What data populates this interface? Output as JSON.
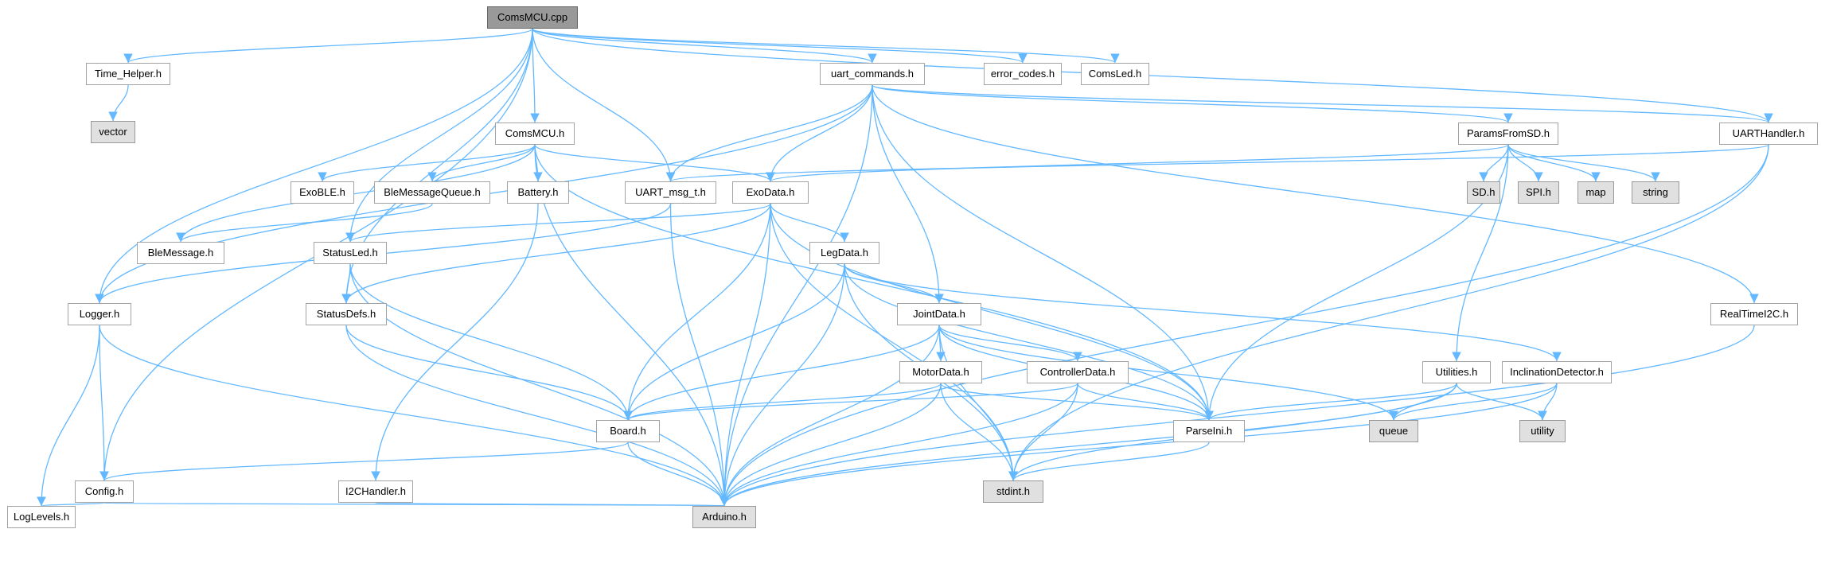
{
  "diagram": {
    "root": "ComsMCU.cpp",
    "nodes": [
      {
        "id": "coms_cpp",
        "label": "ComsMCU.cpp",
        "kind": "root"
      },
      {
        "id": "time_helper",
        "label": "Time_Helper.h",
        "kind": "local"
      },
      {
        "id": "uart_commands",
        "label": "uart_commands.h",
        "kind": "local"
      },
      {
        "id": "error_codes",
        "label": "error_codes.h",
        "kind": "local"
      },
      {
        "id": "coms_led",
        "label": "ComsLed.h",
        "kind": "local"
      },
      {
        "id": "vector",
        "label": "vector",
        "kind": "system"
      },
      {
        "id": "coms_h",
        "label": "ComsMCU.h",
        "kind": "local"
      },
      {
        "id": "params_sd",
        "label": "ParamsFromSD.h",
        "kind": "local"
      },
      {
        "id": "uart_handler",
        "label": "UARTHandler.h",
        "kind": "local"
      },
      {
        "id": "exoble",
        "label": "ExoBLE.h",
        "kind": "local"
      },
      {
        "id": "blemsgqueue",
        "label": "BleMessageQueue.h",
        "kind": "local"
      },
      {
        "id": "battery",
        "label": "Battery.h",
        "kind": "local"
      },
      {
        "id": "uart_msg",
        "label": "UART_msg_t.h",
        "kind": "local"
      },
      {
        "id": "exodata",
        "label": "ExoData.h",
        "kind": "local"
      },
      {
        "id": "sd",
        "label": "SD.h",
        "kind": "system"
      },
      {
        "id": "spi",
        "label": "SPI.h",
        "kind": "system"
      },
      {
        "id": "map",
        "label": "map",
        "kind": "system"
      },
      {
        "id": "string",
        "label": "string",
        "kind": "system"
      },
      {
        "id": "blemessage",
        "label": "BleMessage.h",
        "kind": "local"
      },
      {
        "id": "statusled",
        "label": "StatusLed.h",
        "kind": "local"
      },
      {
        "id": "legdata",
        "label": "LegData.h",
        "kind": "local"
      },
      {
        "id": "logger",
        "label": "Logger.h",
        "kind": "local"
      },
      {
        "id": "statusdefs",
        "label": "StatusDefs.h",
        "kind": "local"
      },
      {
        "id": "jointdata",
        "label": "JointData.h",
        "kind": "local"
      },
      {
        "id": "realtime",
        "label": "RealTimeI2C.h",
        "kind": "local"
      },
      {
        "id": "motordata",
        "label": "MotorData.h",
        "kind": "local"
      },
      {
        "id": "controllerdata",
        "label": "ControllerData.h",
        "kind": "local"
      },
      {
        "id": "utilities",
        "label": "Utilities.h",
        "kind": "local"
      },
      {
        "id": "inclination",
        "label": "InclinationDetector.h",
        "kind": "local"
      },
      {
        "id": "board",
        "label": "Board.h",
        "kind": "local"
      },
      {
        "id": "parseini",
        "label": "ParseIni.h",
        "kind": "local"
      },
      {
        "id": "queue",
        "label": "queue",
        "kind": "system"
      },
      {
        "id": "utility",
        "label": "utility",
        "kind": "system"
      },
      {
        "id": "config",
        "label": "Config.h",
        "kind": "local"
      },
      {
        "id": "i2chandler",
        "label": "I2CHandler.h",
        "kind": "local"
      },
      {
        "id": "stdint",
        "label": "stdint.h",
        "kind": "system"
      },
      {
        "id": "loglevels",
        "label": "LogLevels.h",
        "kind": "local"
      },
      {
        "id": "arduino",
        "label": "Arduino.h",
        "kind": "system"
      }
    ],
    "edges": [
      [
        "coms_cpp",
        "time_helper"
      ],
      [
        "coms_cpp",
        "uart_commands"
      ],
      [
        "coms_cpp",
        "error_codes"
      ],
      [
        "coms_cpp",
        "coms_led"
      ],
      [
        "coms_cpp",
        "coms_h"
      ],
      [
        "coms_cpp",
        "uart_handler"
      ],
      [
        "coms_cpp",
        "uart_msg"
      ],
      [
        "coms_cpp",
        "statusled"
      ],
      [
        "coms_cpp",
        "statusdefs"
      ],
      [
        "coms_cpp",
        "logger"
      ],
      [
        "coms_cpp",
        "config"
      ],
      [
        "time_helper",
        "vector"
      ],
      [
        "uart_commands",
        "uart_handler"
      ],
      [
        "uart_commands",
        "params_sd"
      ],
      [
        "uart_commands",
        "realtime"
      ],
      [
        "uart_commands",
        "uart_msg"
      ],
      [
        "uart_commands",
        "exodata"
      ],
      [
        "uart_commands",
        "jointdata"
      ],
      [
        "uart_commands",
        "parseini"
      ],
      [
        "uart_commands",
        "logger"
      ],
      [
        "uart_commands",
        "arduino"
      ],
      [
        "coms_h",
        "exoble"
      ],
      [
        "coms_h",
        "blemsgqueue"
      ],
      [
        "coms_h",
        "battery"
      ],
      [
        "coms_h",
        "exodata"
      ],
      [
        "coms_h",
        "blemessage"
      ],
      [
        "coms_h",
        "parseini"
      ],
      [
        "coms_h",
        "arduino"
      ],
      [
        "params_sd",
        "sd"
      ],
      [
        "params_sd",
        "spi"
      ],
      [
        "params_sd",
        "map"
      ],
      [
        "params_sd",
        "string"
      ],
      [
        "params_sd",
        "utilities"
      ],
      [
        "params_sd",
        "parseini"
      ],
      [
        "params_sd",
        "exodata"
      ],
      [
        "uart_handler",
        "uart_msg"
      ],
      [
        "uart_handler",
        "stdint"
      ],
      [
        "uart_handler",
        "arduino"
      ],
      [
        "blemsgqueue",
        "blemessage"
      ],
      [
        "battery",
        "i2chandler"
      ],
      [
        "uart_msg",
        "logger"
      ],
      [
        "uart_msg",
        "arduino"
      ],
      [
        "exodata",
        "legdata"
      ],
      [
        "exodata",
        "statusled"
      ],
      [
        "exodata",
        "statusdefs"
      ],
      [
        "exodata",
        "board"
      ],
      [
        "exodata",
        "parseini"
      ],
      [
        "exodata",
        "stdint"
      ],
      [
        "exodata",
        "arduino"
      ],
      [
        "statusled",
        "statusdefs"
      ],
      [
        "statusled",
        "board"
      ],
      [
        "statusled",
        "arduino"
      ],
      [
        "legdata",
        "jointdata"
      ],
      [
        "legdata",
        "inclination"
      ],
      [
        "legdata",
        "board"
      ],
      [
        "legdata",
        "parseini"
      ],
      [
        "legdata",
        "stdint"
      ],
      [
        "legdata",
        "arduino"
      ],
      [
        "logger",
        "config"
      ],
      [
        "logger",
        "loglevels"
      ],
      [
        "logger",
        "arduino"
      ],
      [
        "statusdefs",
        "board"
      ],
      [
        "statusdefs",
        "arduino"
      ],
      [
        "jointdata",
        "motordata"
      ],
      [
        "jointdata",
        "controllerdata"
      ],
      [
        "jointdata",
        "board"
      ],
      [
        "jointdata",
        "parseini"
      ],
      [
        "jointdata",
        "queue"
      ],
      [
        "jointdata",
        "stdint"
      ],
      [
        "jointdata",
        "arduino"
      ],
      [
        "realtime",
        "arduino"
      ],
      [
        "motordata",
        "board"
      ],
      [
        "motordata",
        "parseini"
      ],
      [
        "motordata",
        "stdint"
      ],
      [
        "motordata",
        "arduino"
      ],
      [
        "controllerdata",
        "board"
      ],
      [
        "controllerdata",
        "parseini"
      ],
      [
        "controllerdata",
        "stdint"
      ],
      [
        "controllerdata",
        "arduino"
      ],
      [
        "utilities",
        "parseini"
      ],
      [
        "utilities",
        "queue"
      ],
      [
        "utilities",
        "utility"
      ],
      [
        "utilities",
        "stdint"
      ],
      [
        "utilities",
        "arduino"
      ],
      [
        "inclination",
        "queue"
      ],
      [
        "inclination",
        "utility"
      ],
      [
        "inclination",
        "arduino"
      ],
      [
        "board",
        "config"
      ],
      [
        "board",
        "arduino"
      ],
      [
        "parseini",
        "stdint"
      ],
      [
        "config",
        "loglevels"
      ],
      [
        "config",
        "arduino"
      ],
      [
        "i2chandler",
        "arduino"
      ]
    ]
  },
  "colors": {
    "edge": "#63b8ff",
    "node_border": "#a3a3a3",
    "system_fill": "#e0e0e0",
    "root_fill": "#999999"
  }
}
